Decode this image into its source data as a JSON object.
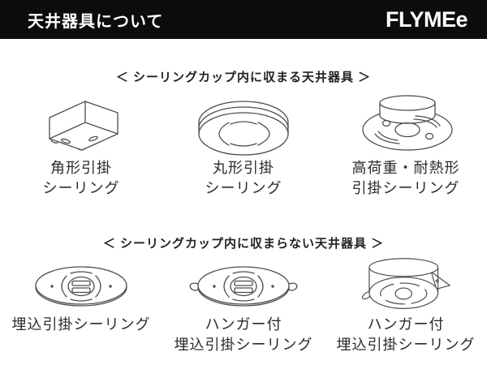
{
  "header": {
    "title": "天井器具について",
    "logo": "FLYMEe"
  },
  "sections": [
    {
      "heading": "＜ シーリングカップ内に収まる天井器具 ＞",
      "items": [
        {
          "icon": "square-hook-ceiling",
          "label_line1": "角形引掛",
          "label_line2": "シーリング"
        },
        {
          "icon": "round-hook-ceiling",
          "label_line1": "丸形引掛",
          "label_line2": "シーリング"
        },
        {
          "icon": "heavy-duty-heat-resistant-hook-ceiling",
          "label_line1": "高荷重・耐熱形",
          "label_line2": "引掛シーリング"
        }
      ]
    },
    {
      "heading": "＜ シーリングカップ内に収まらない天井器具 ＞",
      "items": [
        {
          "icon": "recessed-hook-ceiling",
          "label_line1": "埋込引掛シーリング",
          "label_line2": ""
        },
        {
          "icon": "recessed-hook-ceiling-with-hanger",
          "label_line1": "ハンガー付",
          "label_line2": "埋込引掛シーリング"
        },
        {
          "icon": "recessed-hook-ceiling-with-hanger-cylindrical",
          "label_line1": "ハンガー付",
          "label_line2": "埋込引掛シーリング"
        }
      ]
    }
  ],
  "colors": {
    "header_bg": "#0c0c0c",
    "header_text": "#ffffff",
    "line_art": "#4d4d4d",
    "label_text": "#2b2b2b",
    "page_bg": "#ffffff"
  }
}
